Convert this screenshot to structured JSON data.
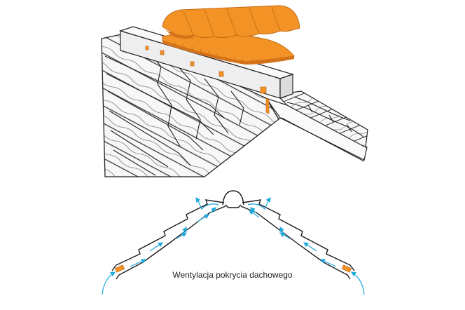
{
  "diagram": {
    "caption": "Wentylacja pokrycia dachowego",
    "colors": {
      "ridge_cap": "#f39325",
      "ridge_cap_dark": "#d4731a",
      "accent_arrow": "#1fa8dc",
      "outline": "#1a1a1a",
      "roof_fill": "#f4f4f4"
    },
    "icons": [
      "ridge-tile",
      "ventilation-strip",
      "roof-tiles",
      "airflow-arrow"
    ]
  }
}
